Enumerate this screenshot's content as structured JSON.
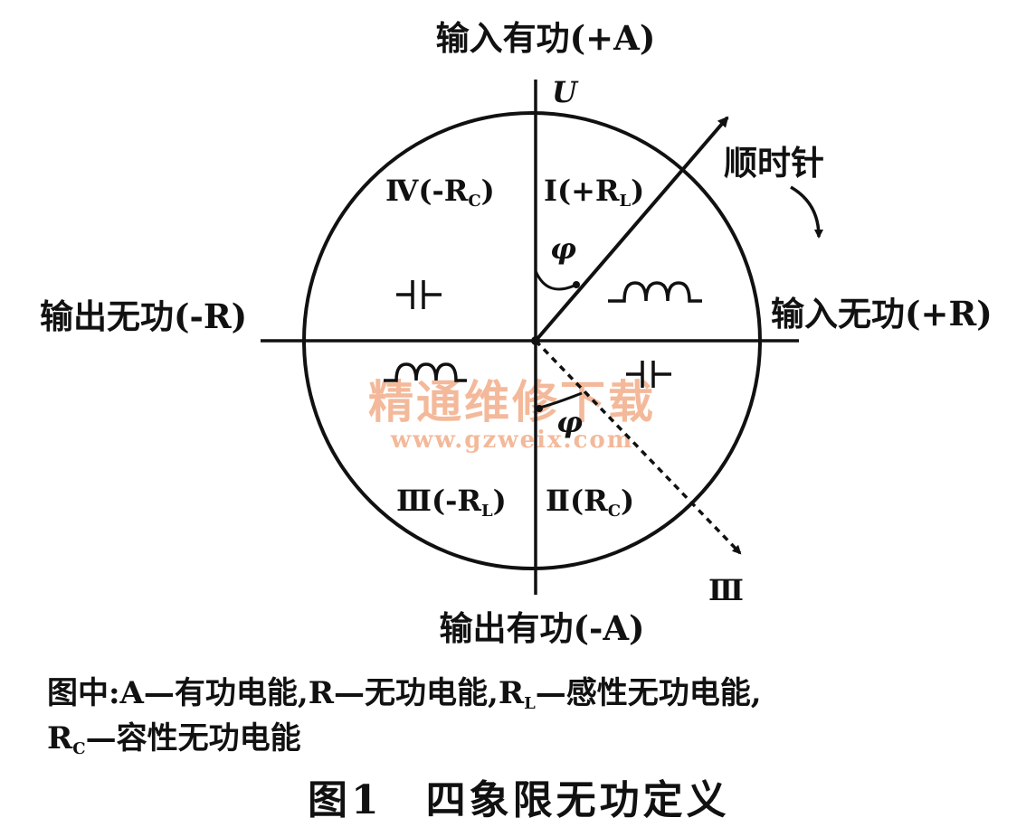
{
  "diagram": {
    "axis_labels": {
      "top": "输入有功(+A)",
      "bottom": "输出有功(-A)",
      "left": "输出无功(-R)",
      "right": "输入无功(+R)",
      "u_axis": "U"
    },
    "quadrants": {
      "q1": {
        "roman": "Ⅰ",
        "open": "(+R",
        "sub": "L",
        "close": ")"
      },
      "q2": {
        "roman": "Ⅱ",
        "open": "(R",
        "sub": "C",
        "close": ")"
      },
      "q3": {
        "roman": "Ⅲ",
        "open": "(-R",
        "sub": "L",
        "close": ")"
      },
      "q4": {
        "roman": "Ⅳ",
        "open": "(-R",
        "sub": "C",
        "close": ")"
      }
    },
    "angle_symbol": "φ",
    "clockwise_label": "顺时针",
    "dashed_vector_label": "Ⅲ"
  },
  "watermark": {
    "line1": "精通维修下载",
    "line2": "www.gzweix.com"
  },
  "caption": {
    "line1": "图中:A—有功电能,R—无功电能,R",
    "line1_sub": "L",
    "line1_rest": "—感性无功电能,",
    "line2_r": "R",
    "line2_sub": "C",
    "line2_rest": "—容性无功电能"
  },
  "figure_title": "图1　四象限无功定义"
}
